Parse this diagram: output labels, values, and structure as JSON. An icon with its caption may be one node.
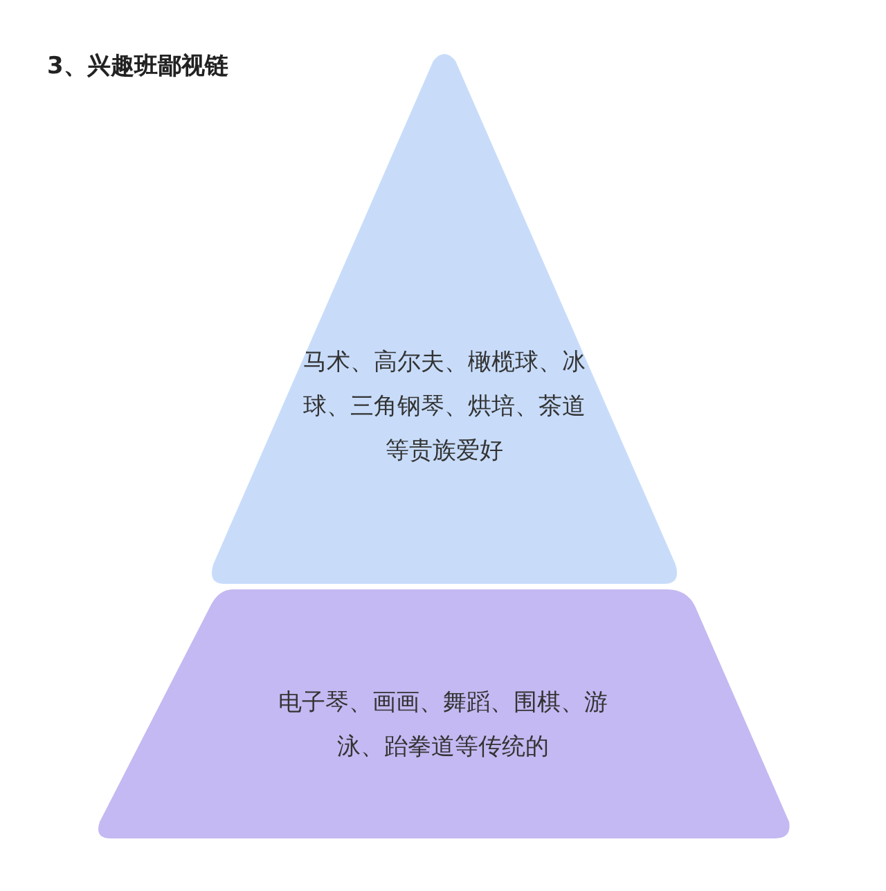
{
  "diagram": {
    "title": "3、兴趣班鄙视链",
    "nodes": [
      {
        "text": [
          "马术、高尔夫、橄榄球、冰球、三角钢琴、烘培、茶道等贵族爱好"
        ]
      },
      {
        "text": [
          "电子琴、画画、舞蹈、围棋、游泳、跆拳道等传统的"
        ]
      }
    ],
    "edges": []
  }
}
